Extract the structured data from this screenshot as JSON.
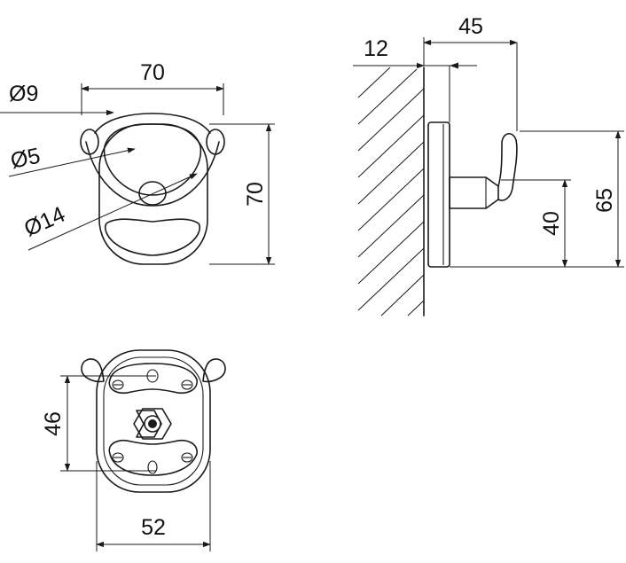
{
  "dimensions": {
    "front_width": "70",
    "front_height": "70",
    "hook_tip_diameter": "Ø9",
    "inner_diameter": "Ø5",
    "boss_diameter": "Ø14",
    "wall_gap": "12",
    "projection": "45",
    "hook_height": "65",
    "arm_height": "40",
    "mount_spacing": "46",
    "plate_width": "52"
  },
  "colors": {
    "line": "#1a1a1a",
    "background": "#ffffff"
  }
}
